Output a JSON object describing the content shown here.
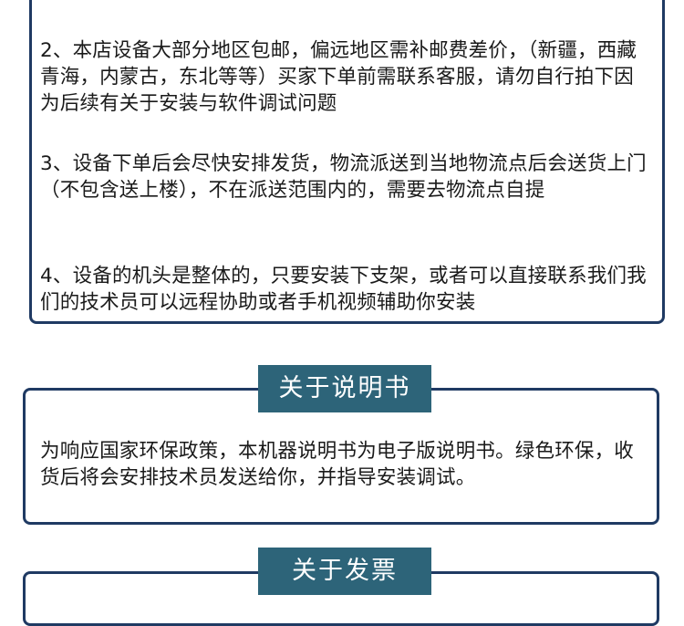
{
  "shipping_notes": {
    "item2": "2、本店设备大部分地区包邮，偏远地区需补邮费差价，（新疆，西藏青海，内蒙古，东北等等）买家下单前需联系客服，请勿自行拍下因为后续有关于安装与软件调试问题",
    "item3": "3、设备下单后会尽快安排发货，物流派送到当地物流点后会送货上门（不包含送上楼），不在派送范围内的，需要去物流点自提",
    "item4": "4、设备的机头是整体的，只要安装下支架，或者可以直接联系我们我们的技术员可以远程协助或者手机视频辅助你安装"
  },
  "manual_section": {
    "title": "关于说明书",
    "text": "为响应国家环保政策，本机器说明书为电子版说明书。绿色环保，收货后将会安排技术员发送给你，并指导安装调试。"
  },
  "invoice_section": {
    "title": "关于发票"
  }
}
